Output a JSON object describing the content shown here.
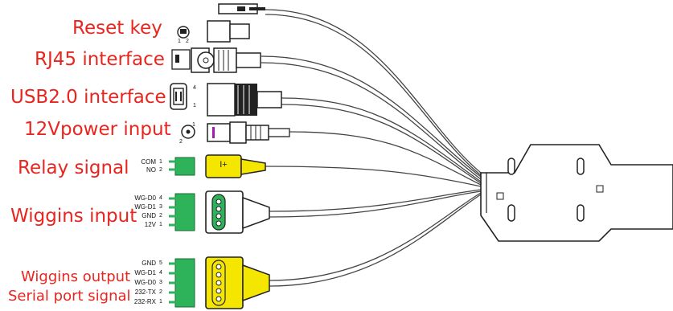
{
  "labels": {
    "reset_key": "Reset key",
    "rj45": "RJ45 interface",
    "usb": "USB2.0 interface",
    "power": "12Vpower input",
    "relay": "Relay signal",
    "wiggins_input": "Wiggins input",
    "wiggins_output": "Wiggins output",
    "serial_port": "Serial port signal"
  },
  "relay_pins": [
    "COM",
    "NO"
  ],
  "relay_nums": [
    "1",
    "2"
  ],
  "relay_plug_text": "I+",
  "wg_in_pins": [
    "WG-D0",
    "WG-D1",
    "GND",
    "12V"
  ],
  "wg_in_nums": [
    "4",
    "3",
    "2",
    "1"
  ],
  "wg_out_pins": [
    "GND",
    "WG-D1",
    "WG-D0",
    "232-TX",
    "232-RX"
  ],
  "wg_out_nums": [
    "5",
    "4",
    "3",
    "2",
    "1"
  ],
  "reset_nums": [
    "1",
    "2"
  ],
  "usb_nums": [
    "4",
    "1"
  ],
  "power_nums": [
    "1",
    "2"
  ],
  "colors": {
    "label_red": "#e8251f",
    "relay_yellow": "#f5e600",
    "output_yellow": "#f5e600",
    "terminal_green": "#2fb35a",
    "outline": "#222222"
  }
}
